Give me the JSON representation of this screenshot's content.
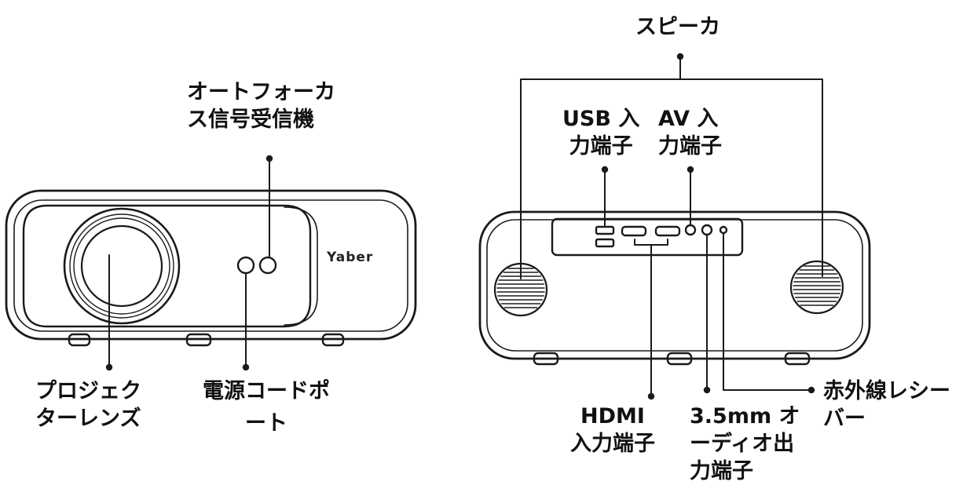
{
  "front": {
    "brand_logo": "Yaber",
    "labels": {
      "autofocus": [
        "オートフォーカ",
        "ス信号受信機"
      ],
      "lens": [
        "プロジェク",
        "ターレンズ"
      ],
      "power": [
        "電源コードポ",
        "ート"
      ]
    }
  },
  "back": {
    "labels": {
      "speaker": "スピーカ",
      "usb": [
        "USB 入",
        "力端子"
      ],
      "av": [
        "AV 入",
        "力端子"
      ],
      "hdmi": [
        "HDMI",
        "入力端子"
      ],
      "audio": [
        "3.5mm オ",
        "ーディオ出",
        "力端子"
      ],
      "ir": [
        "赤外線レシー",
        "バー"
      ]
    }
  }
}
